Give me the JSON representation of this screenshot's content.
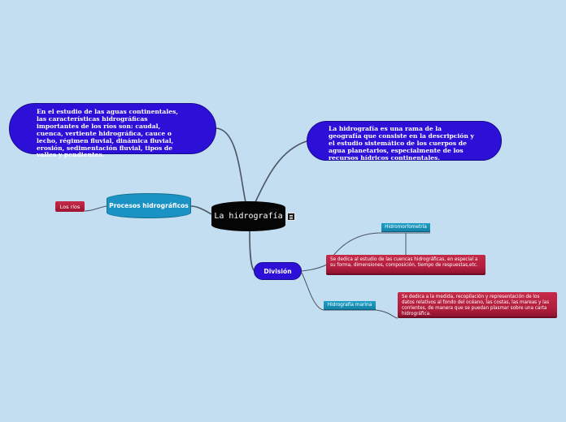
{
  "central": {
    "label": "La hidrografía",
    "note_icon": "note-icon"
  },
  "definition": {
    "text": "La hidrografía es una rama de la geografía que consiste en la descripción y el estudio sistemático de los cuerpos de agua planetarios, especialmente de los recursos hídricos continentales."
  },
  "continental_study": {
    "text": "En el estudio de las aguas continentales, las características hidrográficas importantes de los ríos son: caudal, cuenca, vertiente hidrográfica, cauce o lecho, régimen fluvial, dinámica fluvial, erosión, sedimentación fluvial, tipos de valles y pendientes."
  },
  "procesos": {
    "label": "Procesos hidrográficos",
    "child": "Los ríos"
  },
  "division": {
    "label": "División",
    "hidromorfometria": {
      "label": "Hidromorfometría",
      "text": "Se dedica al estudio de las cuencas hidrográficas, en especial a su forma, dimensiones, composición, tiempo de respuestas,etc."
    },
    "marina": {
      "label": "Hidrografía marina",
      "text": "Se dedica a la medida, recopilación y representación de los datos relativos al fondo del océano, las costas, las mareas y las corrientes, de manera que se puedan plasmar sobre una carta hidrográfica."
    }
  },
  "colors": {
    "background": "#c3ddf1",
    "central": "#050505",
    "purple": "#2c10d8",
    "teal": "#1a93c4",
    "red": "#b01d3c",
    "connector": "#4a5560"
  }
}
